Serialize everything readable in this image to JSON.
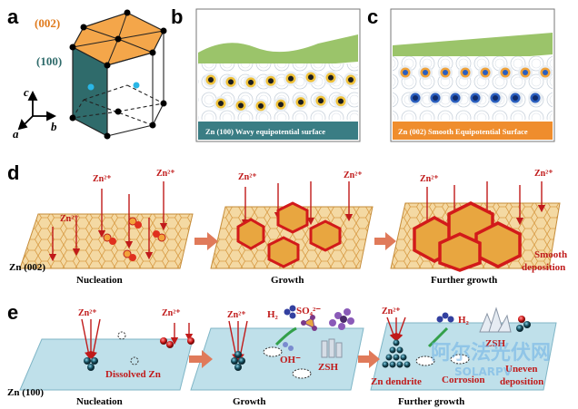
{
  "panels": {
    "a": {
      "letter": "a",
      "facet_top": "(002)",
      "facet_side": "(100)",
      "axis_c": "c",
      "axis_a": "a",
      "axis_b": "b",
      "colors": {
        "top_facet": "#f4a64a",
        "side_facet": "#2f6b6b",
        "atom": "#000000",
        "accent_atom": "#29b6e6"
      }
    },
    "b": {
      "letter": "b",
      "caption": "Zn (100)     Wavy equipotential surface",
      "caption_bg": "#3a7d84"
    },
    "c": {
      "letter": "c",
      "caption": "Zn (002)   Smooth Equipotential Surface",
      "caption_bg": "#ef8d2d"
    },
    "d": {
      "letter": "d",
      "ion": "Zn²⁺",
      "substrate": "Zn (002)",
      "stages": [
        "Nucleation",
        "Growth",
        "Further growth"
      ],
      "note_line1": "Smooth",
      "note_line2": "deposition"
    },
    "e": {
      "letter": "e",
      "ion": "Zn²⁺",
      "substrate": "Zn (100)",
      "stages": [
        "Nucleation",
        "Growth",
        "Further growth"
      ],
      "dissolved": "Dissolved Zn",
      "h2": "H₂",
      "so4": "SO₄²⁻",
      "oh": "OH⁻",
      "zsh": "ZSH",
      "dendrite": "Zn dendrite",
      "corrosion": "Corrosion",
      "uneven_line1": "Uneven",
      "uneven_line2": "deposition"
    }
  },
  "watermark": {
    "cn": "阿尔法光伏网",
    "en": "SOLARPV"
  }
}
